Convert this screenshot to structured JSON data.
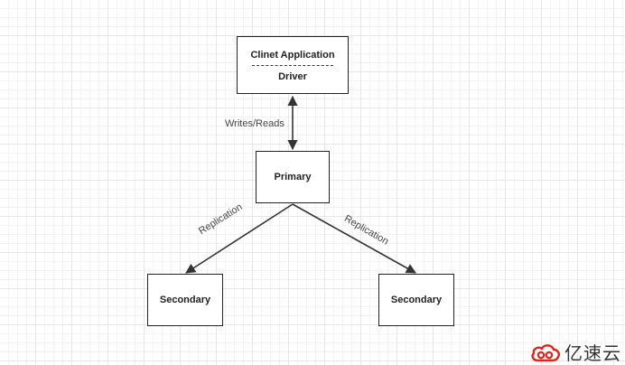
{
  "nodes": {
    "client": {
      "title": "Clinet Application",
      "subtitle": "Driver"
    },
    "primary": {
      "label": "Primary"
    },
    "secondary_left": {
      "label": "Secondary"
    },
    "secondary_right": {
      "label": "Secondary"
    }
  },
  "edges": {
    "client_primary": {
      "label": "Writes/Reads",
      "direction": "bidirectional"
    },
    "primary_secondary_left": {
      "label": "Replication",
      "direction": "forward"
    },
    "primary_secondary_right": {
      "label": "Replication",
      "direction": "forward"
    }
  },
  "watermark": {
    "text": "亿速云",
    "icon": "cloud-logo-icon",
    "color": "#e2231a"
  },
  "colors": {
    "stroke": "#222222",
    "grid": "#e6e6e6"
  }
}
